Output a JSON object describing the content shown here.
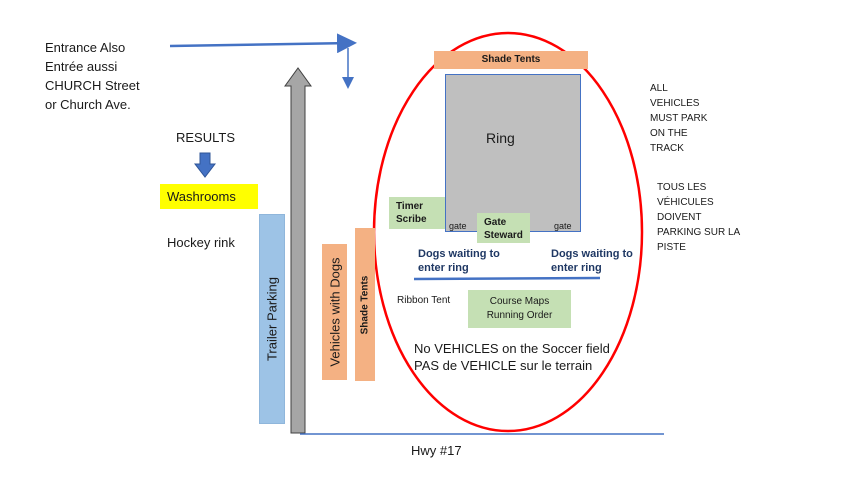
{
  "entrance": {
    "lines": [
      "Entrance Also",
      "Entrée aussi",
      "CHURCH Street",
      "or Church Ave."
    ]
  },
  "results_label": "RESULTS",
  "washrooms_label": "Washrooms",
  "hockey_label": "Hockey rink",
  "trailer_label": "Trailer Parking",
  "vehicles_dogs_label": "Vehicles with Dogs",
  "shade_tents_side_label": "Shade Tents",
  "shade_tents_top_label": "Shade Tents",
  "ring_label": "Ring",
  "timer": {
    "lines": [
      "Timer",
      "Scribe"
    ]
  },
  "gate_left_label": "gate",
  "gate_right_label": "gate",
  "gate_steward": {
    "lines": [
      "Gate",
      "Steward"
    ]
  },
  "dogs_left": {
    "lines": [
      "Dogs waiting to",
      "enter ring"
    ]
  },
  "dogs_right": {
    "lines": [
      "Dogs waiting to",
      "enter ring"
    ]
  },
  "ribbon_label": "Ribbon Tent",
  "course_maps": {
    "lines": [
      "Course Maps",
      "Running Order"
    ]
  },
  "no_vehicles": {
    "lines": [
      "No VEHICLES on the Soccer field",
      "PAS de VEHICLE sur le terrain"
    ]
  },
  "all_vehicles": {
    "lines": [
      "ALL",
      "VEHICLES",
      "MUST PARK",
      "ON THE",
      "TRACK"
    ]
  },
  "tous_vehicules": {
    "lines": [
      "TOUS LES",
      "VÉHICULES",
      "DOIVENT",
      "PARKING SUR LA",
      "PISTE"
    ]
  },
  "hwy_label": "Hwy #17",
  "colors": {
    "ring_ellipse": "#ff0000",
    "arrow_blue": "#4472c4",
    "orange": "#f4b183",
    "green": "#c5e0b4",
    "light_blue": "#9dc3e6",
    "gray": "#bfbfbf",
    "highlight": "#ffff00"
  }
}
